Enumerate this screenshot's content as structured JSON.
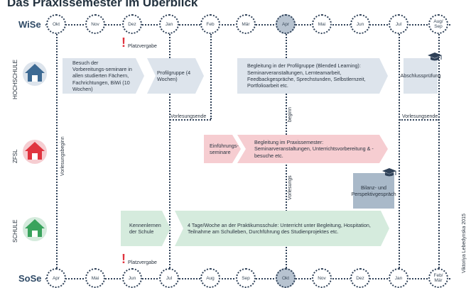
{
  "title": "Das Praxissemester im Überblick",
  "semesters": {
    "top": "WiSe",
    "bottom": "SoSe"
  },
  "months_top": [
    "Okt",
    "Nov",
    "Dez",
    "Jan",
    "Feb",
    "Mär",
    "Apr",
    "Mai",
    "Jun",
    "Jul",
    "Aug/ Sep"
  ],
  "months_bottom": [
    "Apr",
    "Mai",
    "Jun",
    "Jul",
    "Aug",
    "Sep",
    "Okt",
    "Nov",
    "Dez",
    "Jan",
    "Feb/ Mär"
  ],
  "rows": {
    "hochschule": "HOCHSCHULE",
    "zfsl": "ZFSL",
    "schule": "SCHULE"
  },
  "markers": {
    "platzvergabe_top": "Platzvergabe",
    "platzvergabe_bottom": "Platzvergabe",
    "vorlesungsbeginn": "Vorlesungsbeginn",
    "vorlesungsende_left": "Vorlesungsende",
    "vorlesungsende_right": "Vorlesungsende",
    "beginn": "beginn",
    "vorlesungs": "Vorlesungs"
  },
  "boxes": {
    "besuch": "Besuch der Vorbereitungs-seminare in allen studierten Fächern, Fachrichtungen, BiWi (10 Wochen)",
    "profilgruppe": "Profilgruppe (4 Wochen)",
    "begleitung_profil": "Begleitung in der Profilgruppe (Blended Learning): Seminarveranstaltungen, Lernteamarbeit, Feedbackgespräche, Sprechstunden, Selbstlernzeit, Portfolioarbeit etc.",
    "abschluss": "Abschlussprüfung",
    "einfuehrung": "Einführungs-seminare",
    "begleitung_praxis": "Begleitung im Praxissemester: Seminarveranstaltungen, Unterrichtsvorbereitung & -besuche etc.",
    "bilanz": "Bilanz- und Perspektivgespräch",
    "kennenlernen": "Kennenlernen der Schule",
    "praktikum": "4 Tage/Woche an der Praktikumsschule: Unterricht unter Begleitung, Hospitation, Teilnahme am Schulleben, Durchführung des Studienprojektes etc."
  },
  "credit": "Viktoriya Lebedynska 2015",
  "colors": {
    "hochschule": "#3d6a93",
    "zfsl": "#e0343f",
    "schule": "#3aa35d",
    "line": "#2f4158"
  }
}
